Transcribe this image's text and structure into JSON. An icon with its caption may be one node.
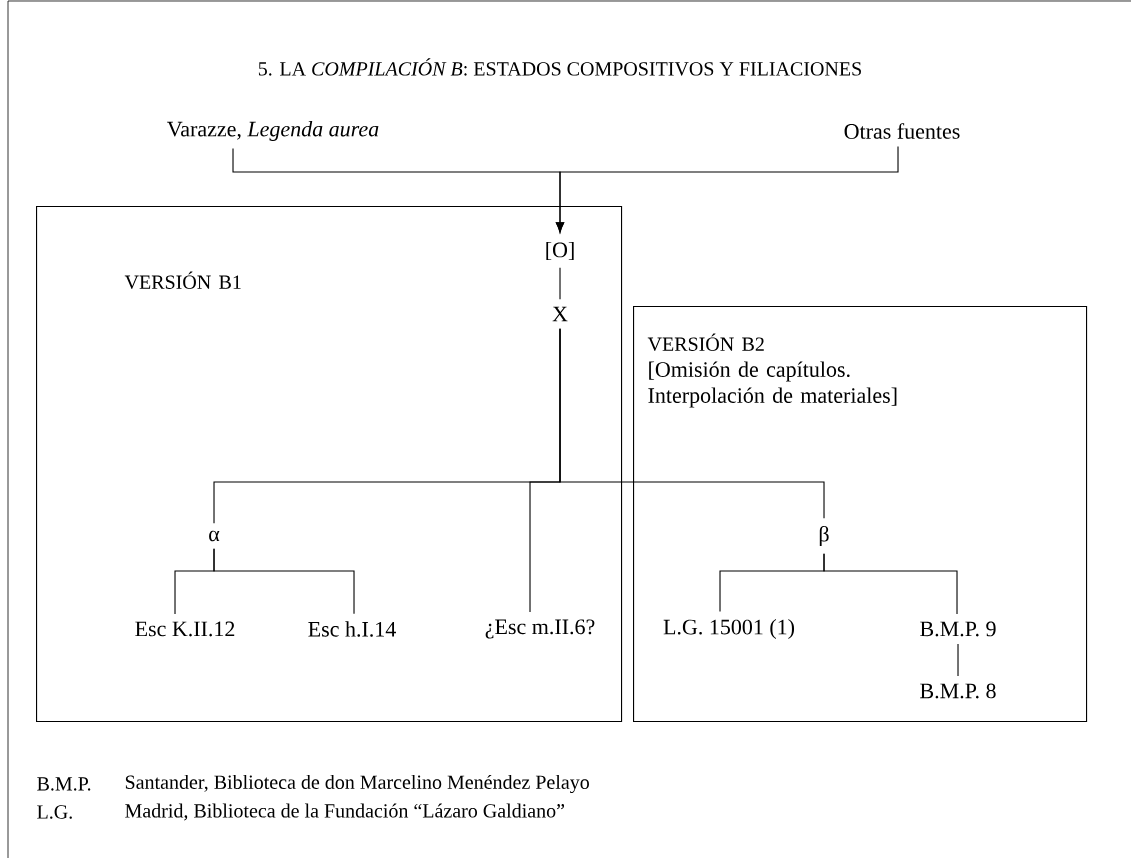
{
  "diagram": {
    "title": "5. LA *COMPILACIÓN B*: ESTADOS COMPOSITIVOS Y FILIACIONES",
    "nodes": [
      {
        "text": [
          "VERSIÓN B1"
        ]
      },
      {
        "text": [
          "VERSIÓN B2",
          "[Omisión de capítulos. Interpolación de materiales]"
        ]
      },
      {
        "text": [
          "Varazze, *Legenda aurea*"
        ]
      },
      {
        "text": [
          "Otras fuentes"
        ]
      },
      {
        "text": [
          "[O]"
        ],
        "in": 0
      },
      {
        "text": [
          "X"
        ],
        "in": 0
      },
      {
        "text": [
          "α"
        ],
        "in": 0
      },
      {
        "text": [
          "Esc K.II.12"
        ],
        "in": 0
      },
      {
        "text": [
          "Esc h.I.14"
        ],
        "in": 0
      },
      {
        "text": [
          "¿Esc m.II.6?"
        ],
        "in": 0
      },
      {
        "text": [
          "β"
        ],
        "in": 1
      },
      {
        "text": [
          "L.G. 15001 (1)"
        ],
        "in": 1
      },
      {
        "text": [
          "B.M.P. 9"
        ],
        "in": 1
      },
      {
        "text": [
          "B.M.P. 8"
        ],
        "in": 1
      }
    ],
    "edges": [
      {
        "from": 2,
        "to": 4,
        "arrow": "to"
      },
      {
        "from": 3,
        "to": 4,
        "arrow": "to"
      },
      {
        "from": 4,
        "to": 5,
        "arrow": "none"
      },
      {
        "from": 5,
        "to": 6,
        "arrow": "none"
      },
      {
        "from": 5,
        "to": 9,
        "arrow": "none"
      },
      {
        "from": 5,
        "to": 10,
        "arrow": "none"
      },
      {
        "from": 6,
        "to": 7,
        "arrow": "none"
      },
      {
        "from": 6,
        "to": 8,
        "arrow": "none"
      },
      {
        "from": 10,
        "to": 11,
        "arrow": "none"
      },
      {
        "from": 10,
        "to": 12,
        "arrow": "none"
      },
      {
        "from": 12,
        "to": 13,
        "arrow": "none"
      }
    ],
    "labels": [
      "B.M.P.",
      "Santander, Biblioteca de don Marcelino Menéndez Pelayo",
      "L.G.",
      "Madrid, Biblioteca de la Fundación “Lázaro Galdiano”"
    ]
  }
}
